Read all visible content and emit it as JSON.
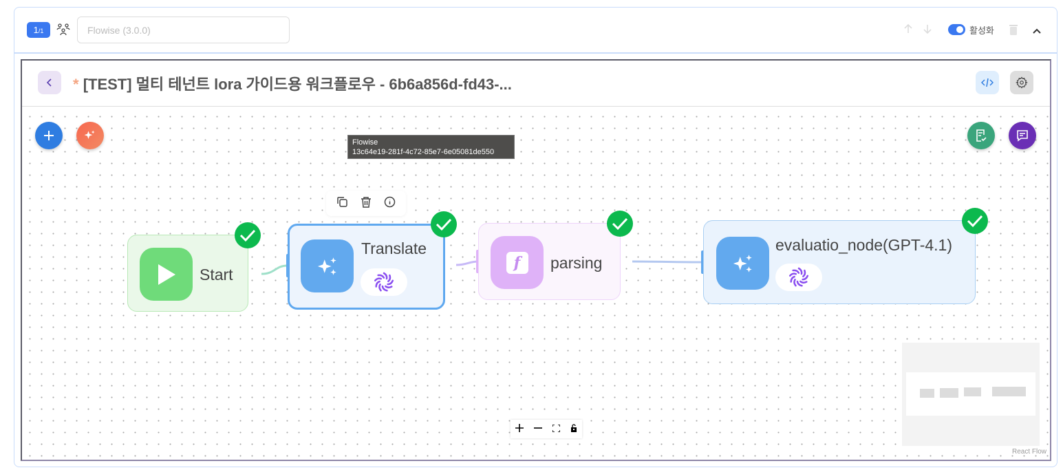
{
  "header": {
    "badge_current": "1",
    "badge_total": "/1",
    "name_placeholder": "Flowise (3.0.0)",
    "toggle_label": "활성화",
    "toggle_on": true
  },
  "flow": {
    "title": "[TEST] 멀티 테넌트 lora 가이드용 워크플로우 - 6b6a856d-fd43-...",
    "unsaved_marker": "*"
  },
  "tooltip": {
    "line1": "Flowise",
    "line2": "13c64e19-281f-4c72-85e7-6e05081de550"
  },
  "nodes": [
    {
      "label": "Start",
      "status": "success"
    },
    {
      "label": "Translate",
      "status": "success"
    },
    {
      "label": "parsing",
      "status": "success"
    },
    {
      "label": "evaluatio_node(GPT-4.1)",
      "status": "success"
    }
  ],
  "attribution": "React Flow",
  "colors": {
    "accent": "#3a78f0",
    "success": "#0cb94e",
    "start": "#6fdb7a",
    "agent": "#62a9ee",
    "function": "#dfb2f8"
  }
}
